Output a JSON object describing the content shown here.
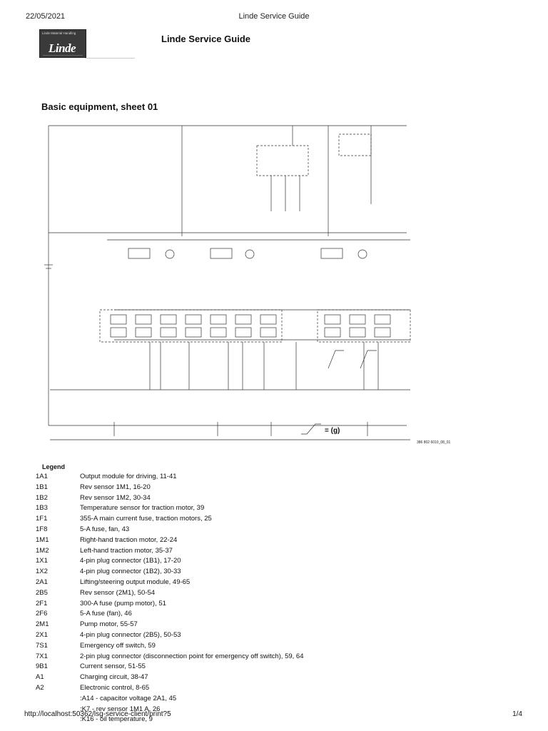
{
  "header": {
    "date": "22/05/2021",
    "title": "Linde Service Guide"
  },
  "logo": {
    "tagline": "Linde Material Handling",
    "wordmark": "Linde"
  },
  "page": {
    "guide_title": "Linde Service Guide",
    "sheet_title": "Basic equipment, sheet 01"
  },
  "diagram": {
    "drawing_number": "386 802 6010_08_01",
    "symbol_label": "= (g)"
  },
  "legend": {
    "heading": "Legend",
    "items": [
      {
        "code": "1A1",
        "desc": "Output module for driving, 11-41"
      },
      {
        "code": "1B1",
        "desc": "Rev sensor 1M1, 16-20"
      },
      {
        "code": "1B2",
        "desc": "Rev sensor 1M2, 30-34"
      },
      {
        "code": "1B3",
        "desc": "Temperature sensor for traction motor, 39"
      },
      {
        "code": "1F1",
        "desc": "355-A main current fuse, traction motors, 25"
      },
      {
        "code": "1F8",
        "desc": "5-A fuse, fan, 43"
      },
      {
        "code": "1M1",
        "desc": "Right-hand traction motor, 22-24"
      },
      {
        "code": "1M2",
        "desc": "Left-hand traction motor, 35-37"
      },
      {
        "code": "1X1",
        "desc": "4-pin plug connector (1B1), 17-20"
      },
      {
        "code": "1X2",
        "desc": "4-pin plug connector (1B2), 30-33"
      },
      {
        "code": "2A1",
        "desc": "Lifting/steering output module, 49-65"
      },
      {
        "code": "2B5",
        "desc": "Rev sensor (2M1), 50-54"
      },
      {
        "code": "2F1",
        "desc": "300-A fuse (pump motor), 51"
      },
      {
        "code": "2F6",
        "desc": "5-A fuse (fan), 46"
      },
      {
        "code": "2M1",
        "desc": "Pump motor, 55-57"
      },
      {
        "code": "2X1",
        "desc": "4-pin plug connector (2B5), 50-53"
      },
      {
        "code": "7S1",
        "desc": "Emergency off switch, 59"
      },
      {
        "code": "7X1",
        "desc": "2-pin plug connector (disconnection point for emergency off switch), 59, 64"
      },
      {
        "code": "9B1",
        "desc": "Current sensor, 51-55"
      },
      {
        "code": "A1",
        "desc": "Charging circuit, 38-47"
      },
      {
        "code": "A2",
        "desc": "Electronic control, 8-65"
      },
      {
        "code": "",
        "desc": ":A14 - capacitor voltage 2A1, 45"
      },
      {
        "code": "",
        "desc": ":K7 - rev sensor 1M1 A, 26"
      },
      {
        "code": "",
        "desc": ":K16 - oil temperature, 9"
      }
    ]
  },
  "footer": {
    "url": "http://localhost:50362/lsg-service-client/print?5",
    "page": "1/4"
  }
}
